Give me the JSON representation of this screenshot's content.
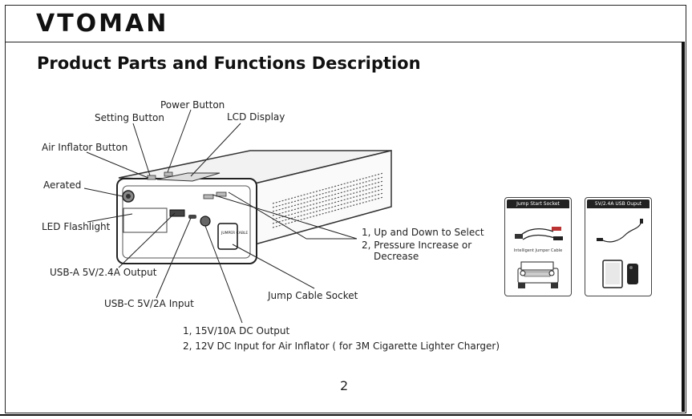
{
  "brand": "VTOMAN",
  "title": "Product Parts and Functions Description",
  "labels": {
    "power_button": "Power Button",
    "setting_button": "Setting Button",
    "lcd_display": "LCD Display",
    "air_inflator_button": "Air Inflator Button",
    "aerated": "Aerated",
    "led_flashlight": "LED Flashlight",
    "usb_a": "USB-A 5V/2.4A Output",
    "usb_c": "USB-C 5V/2A Input",
    "jump_cable_socket": "Jump Cable Socket",
    "up_down_1": "1, Up and Down to Select",
    "up_down_2": "2, Pressure Increase or",
    "up_down_3": "Decrease",
    "dc_1": "1, 15V/10A DC Output",
    "dc_2": "2, 12V DC Input for Air Inflator ( for 3M Cigarette Lighter Charger)"
  },
  "cards": {
    "jump_start": {
      "header": "Jump Start Socket",
      "caption": "Intelligent Jumper Cable"
    },
    "usb_output": {
      "header": "5V/2.4A USB Ouput"
    }
  },
  "device_badge": "JUMPER CABLE",
  "page_number": "2"
}
